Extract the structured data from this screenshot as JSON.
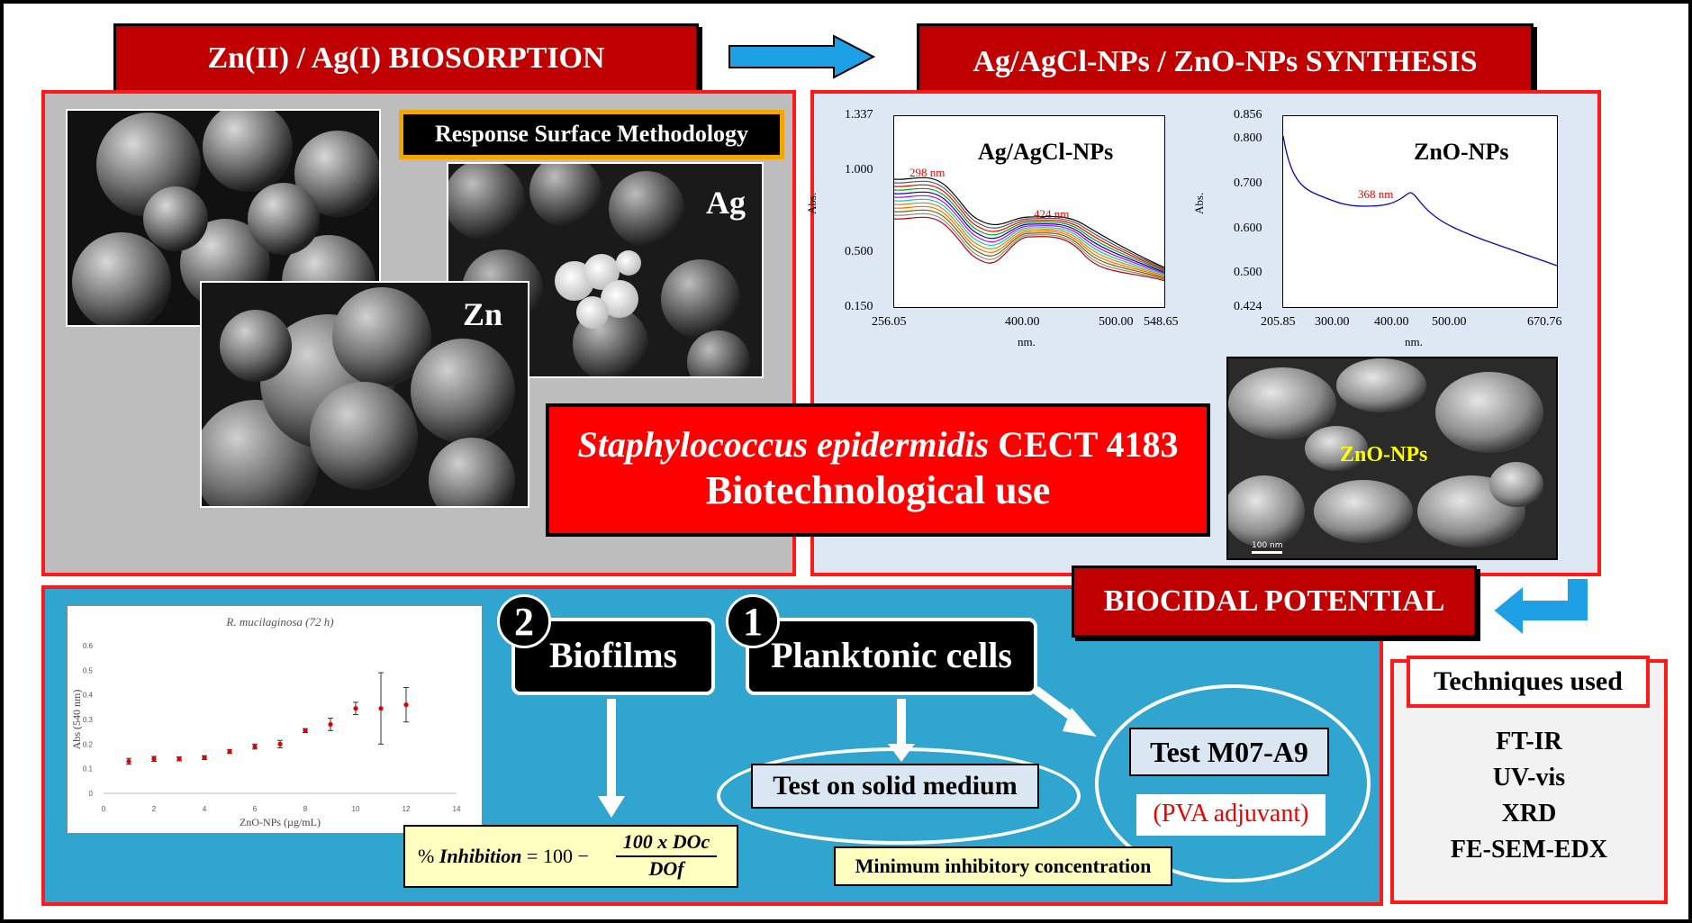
{
  "titles": {
    "biosorption": "Zn(II) / Ag(I) BIOSORPTION",
    "synthesis": "Ag/AgCl-NPs / ZnO-NPs SYNTHESIS",
    "biocidal": "BIOCIDAL POTENTIAL",
    "techniques": "Techniques used"
  },
  "rsm_label": "Response Surface Methodology",
  "sem_labels": {
    "ag": "Ag",
    "zn": "Zn",
    "zno": "ZnO-NPs",
    "scale": "100 nm"
  },
  "center": {
    "species": "Staphylococcus epidermidis",
    "strain": "CECT 4183",
    "use": "Biotechnological use"
  },
  "spectra": [
    {
      "title": "Ag/AgCl-NPs",
      "xlabel": "nm.",
      "ylabel": "Abs.",
      "xticks": [
        "256.05",
        "400.00",
        "500.00",
        "548.65"
      ],
      "yticks": [
        "1.337",
        "1.000",
        "0.500",
        "0.150"
      ],
      "peaks": [
        "298 nm",
        "424 nm"
      ]
    },
    {
      "title": "ZnO-NPs",
      "xlabel": "nm.",
      "ylabel": "Abs.",
      "xticks": [
        "205.85",
        "300.00",
        "400.00",
        "500.00",
        "670.76"
      ],
      "yticks": [
        "0.856",
        "0.800",
        "0.700",
        "0.600",
        "0.500",
        "0.424"
      ],
      "peaks": [
        "368 nm"
      ]
    }
  ],
  "chart_data": {
    "type": "scatter",
    "title": "R. mucilaginosa (72 h)",
    "xlabel": "ZnO-NPs (µg/mL)",
    "ylabel": "Abs (540 nm)",
    "xlim": [
      0,
      14
    ],
    "ylim": [
      0,
      0.6
    ],
    "xticks": [
      "0",
      "2",
      "4",
      "6",
      "8",
      "10",
      "12",
      "14"
    ],
    "yticks": [
      "0",
      "0.1",
      "0.2",
      "0.3",
      "0.4",
      "0.5",
      "0.6"
    ],
    "x": [
      1,
      2,
      3,
      4,
      5,
      6,
      7,
      8,
      9,
      10,
      11,
      12
    ],
    "y": [
      0.13,
      0.14,
      0.14,
      0.145,
      0.17,
      0.19,
      0.2,
      0.255,
      0.28,
      0.345,
      0.345,
      0.36
    ],
    "err": [
      0.012,
      0.01,
      0.008,
      0.008,
      0.008,
      0.01,
      0.015,
      0.008,
      0.025,
      0.025,
      0.145,
      0.07
    ],
    "grid": false
  },
  "biocidal": {
    "badge2": "2",
    "biofilms": "Biofilms",
    "badge1": "1",
    "planktonic": "Planktonic cells",
    "solid_medium": "Test on solid medium",
    "m07": "Test M07-A9",
    "pva": "(PVA adjuvant)",
    "mic": "Minimum inhibitory concentration",
    "formula": {
      "prefix": "% ",
      "lhs": "Inhibition",
      "eq": " = 100 − ",
      "num": "100 x DOc",
      "den": "DOf"
    }
  },
  "techniques": [
    "FT-IR",
    "UV-vis",
    "XRD",
    "FE-SEM-EDX"
  ],
  "colors": {
    "red": "#c00000",
    "panel_border": "#ff1a1a",
    "blue_panel": "#2fa5cf",
    "light_panel": "#dde8f4",
    "arrow": "#1ea0e6"
  }
}
